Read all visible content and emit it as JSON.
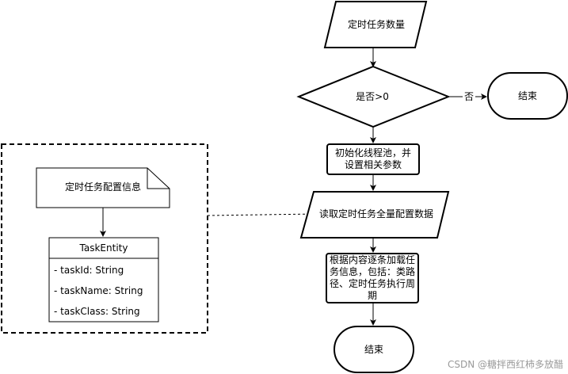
{
  "flow": {
    "task_count": "定时任务数量",
    "decision": "是否>0",
    "no_label": "否",
    "end_top": "结束",
    "init_pool": "初始化线程池，并设置相关参数",
    "read_config": "读取定时任务全量配置数据",
    "load_tasks": "根据内容逐条加载任务信息，包括：类路径、定时任务执行周期",
    "end_bottom": "结束"
  },
  "side": {
    "config_doc": "定时任务配置信息",
    "entity_title": "TaskEntity",
    "fields": [
      "- taskId: String",
      "- taskName: String",
      "- taskClass: String"
    ]
  },
  "watermark": "CSDN @糖拌西红柿多放醋",
  "colors": {
    "stroke": "#000000",
    "fill": "#ffffff"
  }
}
